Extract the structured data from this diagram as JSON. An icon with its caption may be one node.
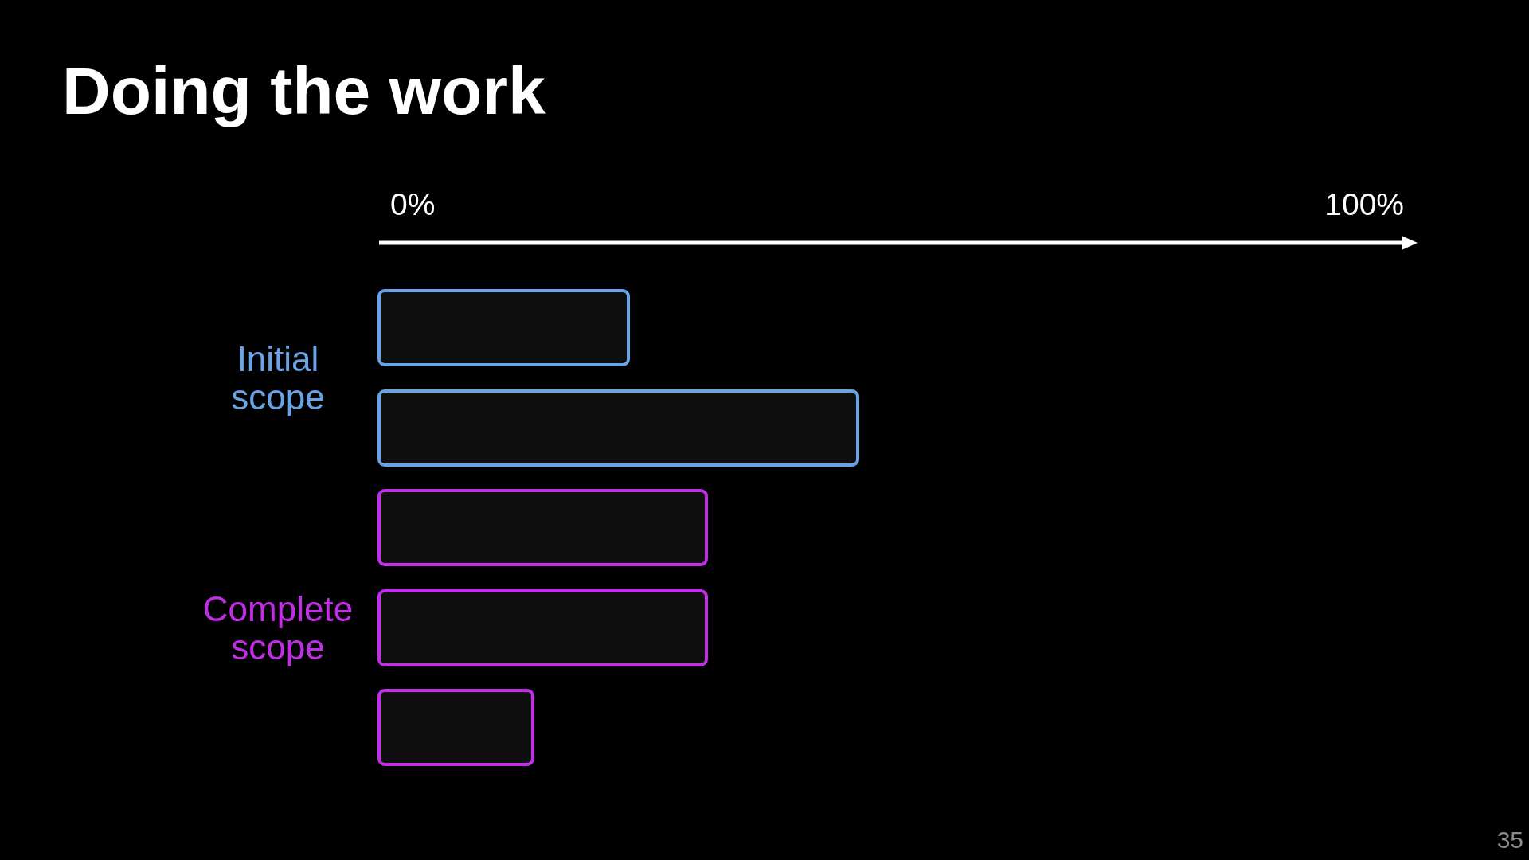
{
  "diagram": {
    "title": "Doing the work",
    "nodes": [
      {
        "text": [],
        "shape": "bar"
      },
      {
        "text": [],
        "shape": "bar"
      },
      {
        "text": [],
        "shape": "bar"
      },
      {
        "text": [],
        "shape": "bar"
      },
      {
        "text": [],
        "shape": "bar"
      }
    ],
    "labels": [
      "0%",
      "100%",
      "Initial scope",
      "Complete scope",
      "35"
    ]
  }
}
